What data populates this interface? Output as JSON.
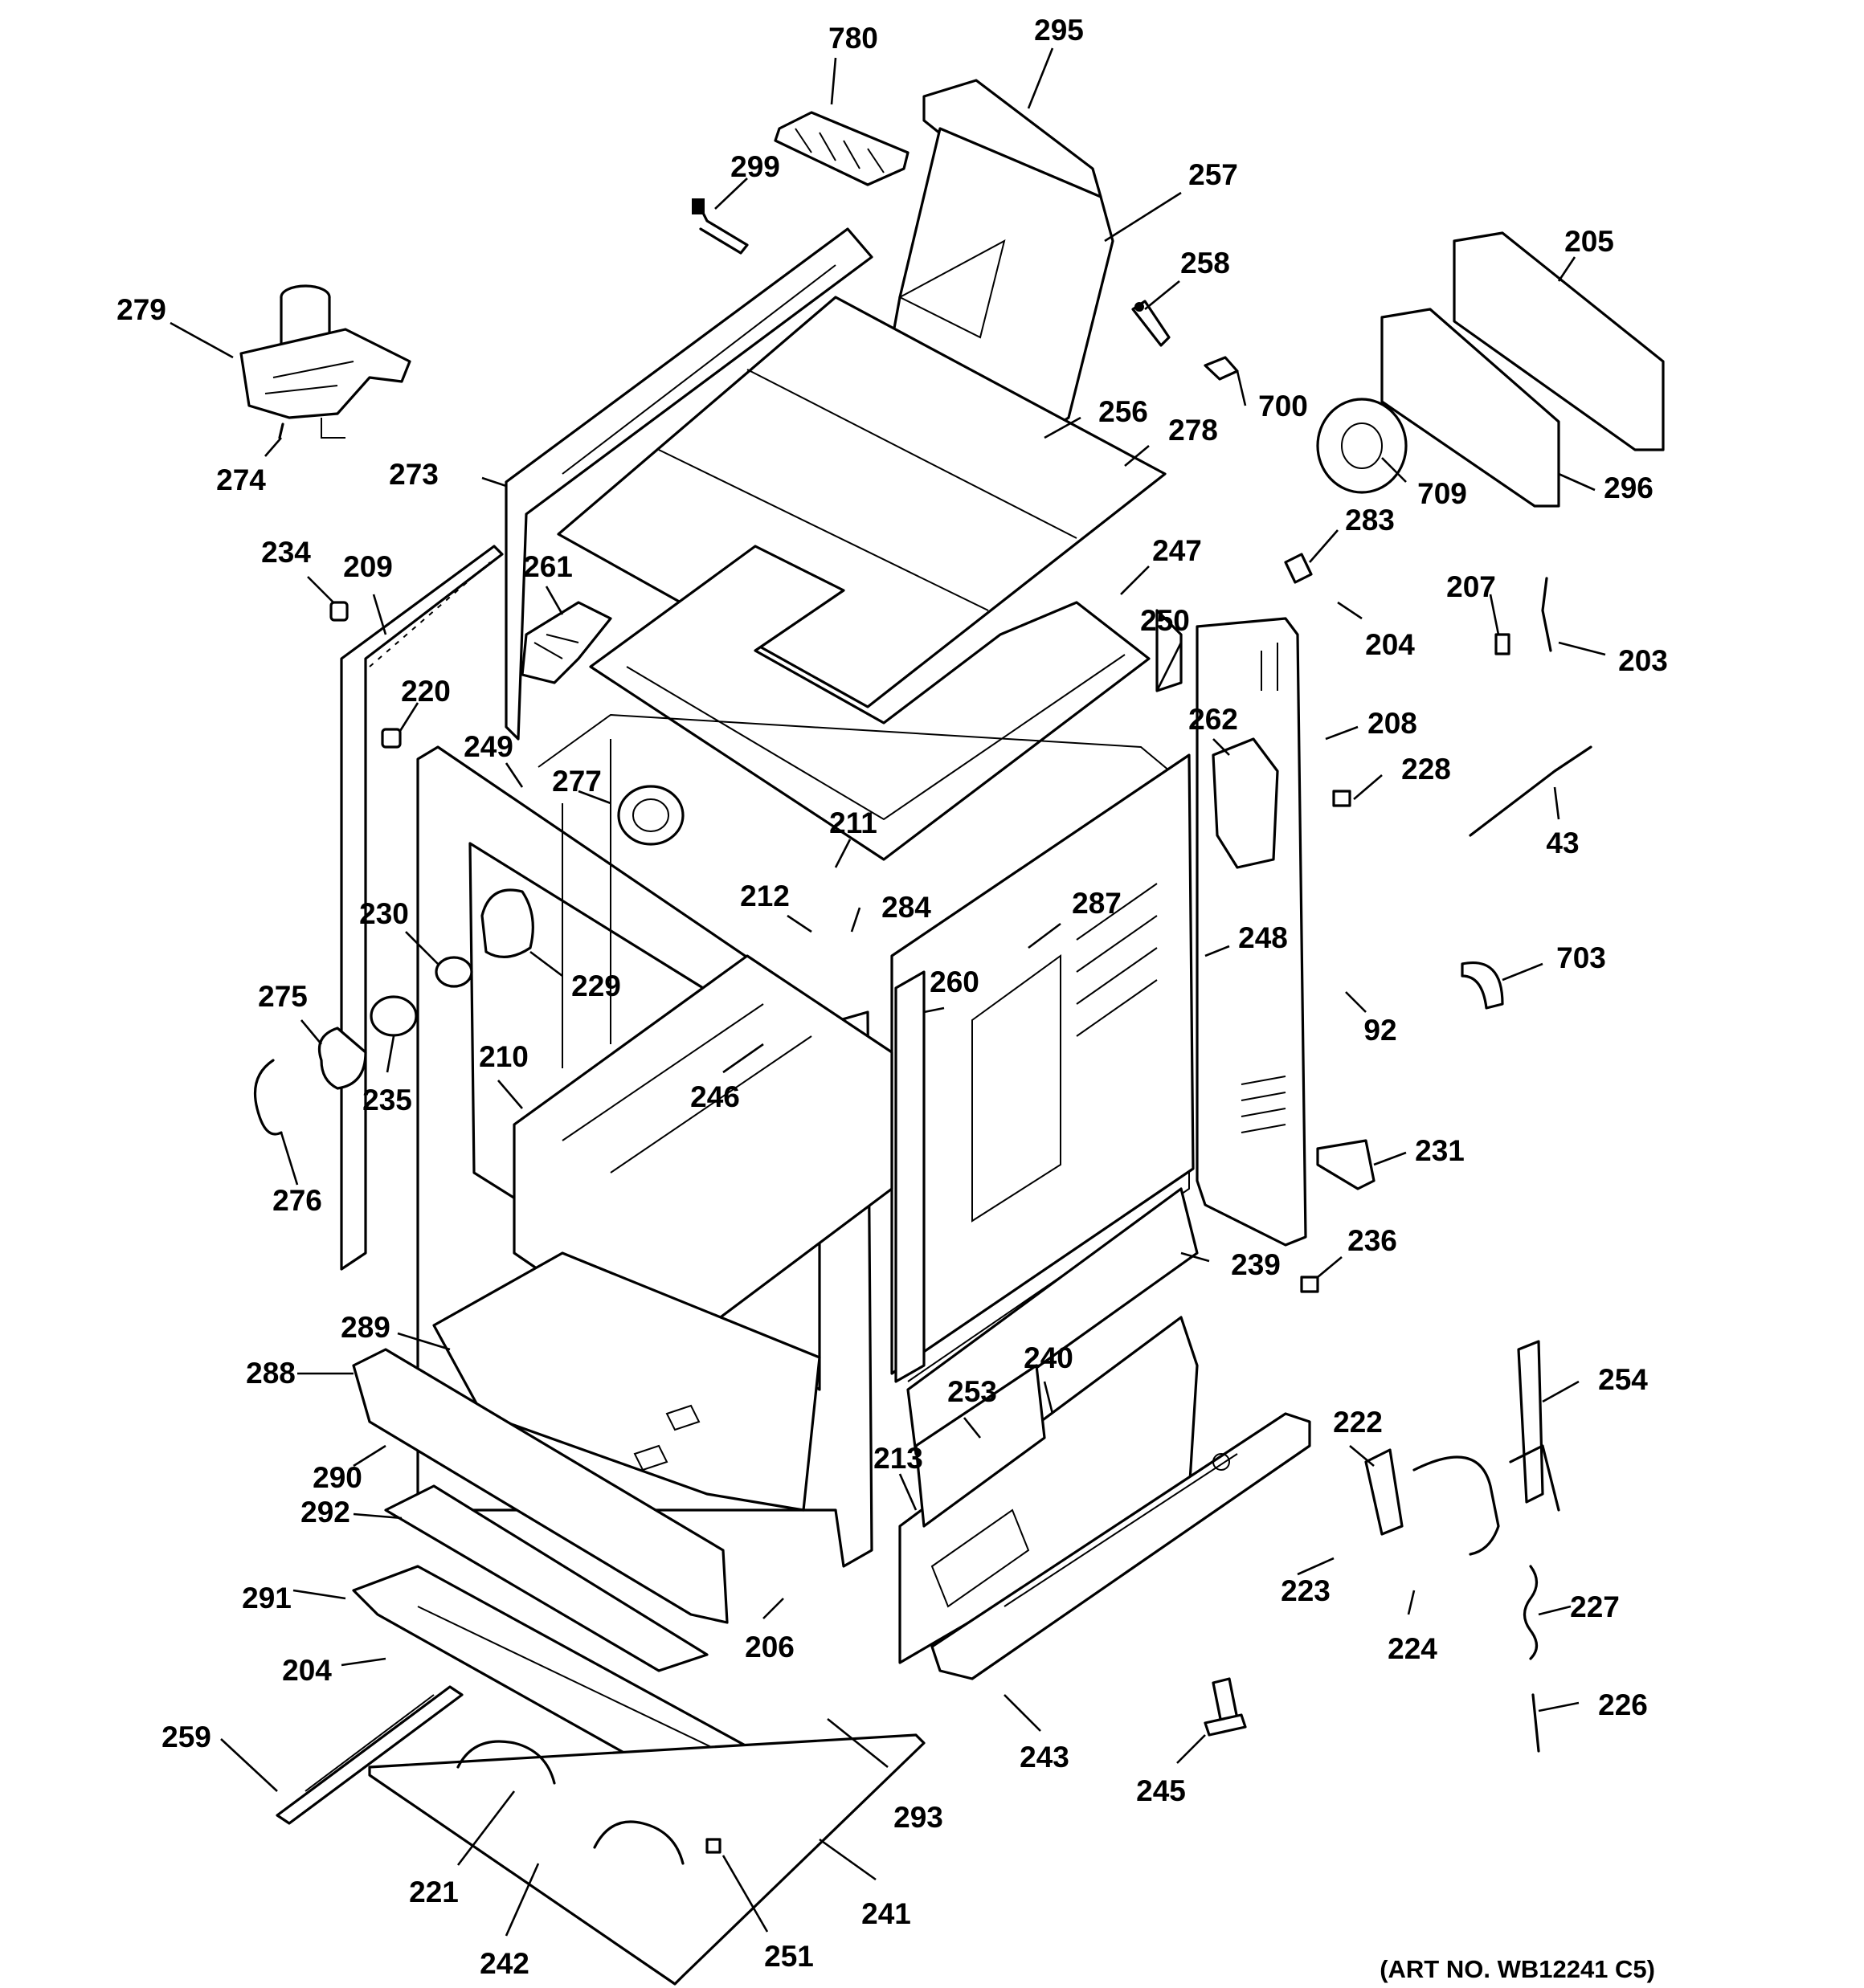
{
  "art_number": "(ART NO. WB12241 C5)",
  "callouts": [
    "780",
    "295",
    "299",
    "257",
    "258",
    "205",
    "279",
    "700",
    "256",
    "278",
    "709",
    "296",
    "273",
    "274",
    "234",
    "209",
    "261",
    "247",
    "283",
    "250",
    "207",
    "204",
    "203",
    "208",
    "220",
    "262",
    "249",
    "277",
    "228",
    "211",
    "43",
    "212",
    "284",
    "287",
    "230",
    "248",
    "703",
    "229",
    "260",
    "275",
    "92",
    "246",
    "210",
    "235",
    "231",
    "276",
    "236",
    "239",
    "289",
    "240",
    "288",
    "253",
    "254",
    "222",
    "213",
    "290",
    "292",
    "223",
    "227",
    "291",
    "206",
    "224",
    "204",
    "226",
    "259",
    "293",
    "243",
    "245",
    "221",
    "241",
    "242",
    "251"
  ]
}
